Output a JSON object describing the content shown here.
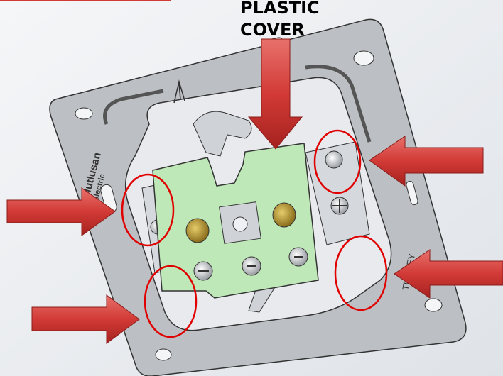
{
  "title_label": [
    "PLASTIC",
    "COVER"
  ],
  "logo_text": [
    "Mutlusan",
    "electric"
  ],
  "side_stamp_text": "TURKEY",
  "colors": {
    "arrow": "#d23a36",
    "circle": "#e00000",
    "cover": "#bfe8b8",
    "frame": "#b9bcc0",
    "background": "#eef0f3"
  }
}
